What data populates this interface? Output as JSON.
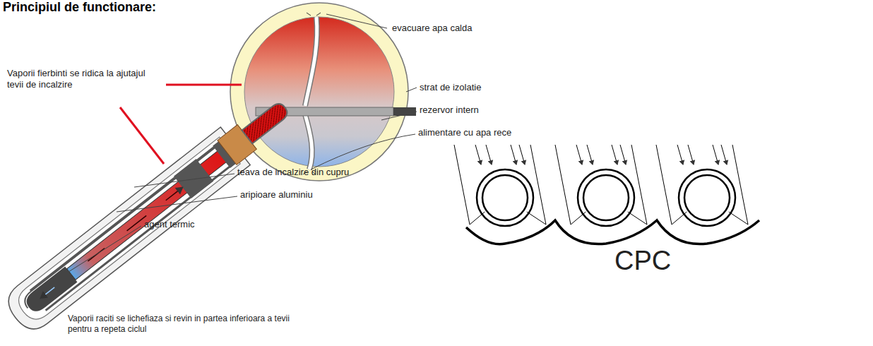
{
  "diagram": {
    "title": "Principiul de functionare:",
    "labels": [
      "evacuare apa calda",
      "strat de izolatie",
      "rezervor intern",
      "alimentare cu apa rece",
      "Vaporii fierbinti se ridica la ajutajul tevii de incalzire",
      "teava de incalzire din cupru",
      "aripioare aluminiu",
      "agent termic",
      "Vaporii raciti se lichefiaza si revin in partea inferioara a tevii pentru a repeta ciclul",
      "CPC"
    ]
  }
}
